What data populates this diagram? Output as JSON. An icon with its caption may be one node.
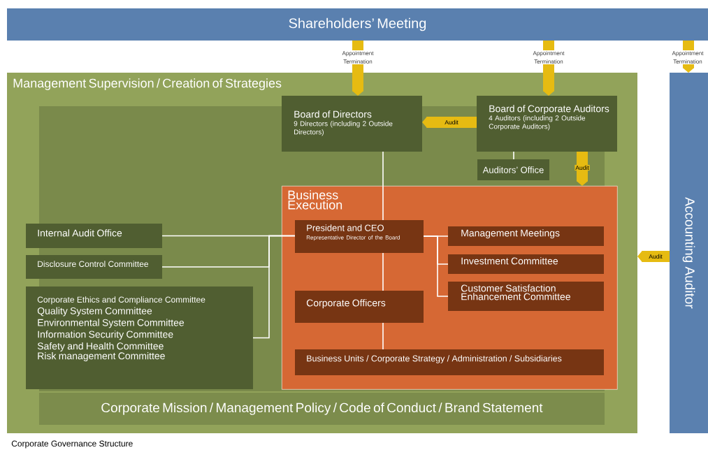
{
  "diagram": {
    "caption": "Corporate Governance Structure",
    "nodes": [
      {
        "text": [
          "Shareholders’ Meeting"
        ]
      },
      {
        "text": [
          "Management Supervision / Creation of Strategies"
        ]
      },
      {
        "text": [
          "Board of Directors",
          "9 Directors (including 2 Outside Directors)"
        ],
        "in": 1
      },
      {
        "text": [
          "Board of Corporate Auditors",
          "4 Auditors (including 2 Outside Corporate Auditors)"
        ],
        "in": 1
      },
      {
        "text": [
          "Auditors’ Office"
        ],
        "in": 1
      },
      {
        "text": [
          "Business Execution"
        ],
        "in": 1
      },
      {
        "text": [
          "President and CEO",
          "Representative Director of the Board"
        ],
        "in": 5
      },
      {
        "text": [
          "Management Meetings"
        ],
        "in": 5
      },
      {
        "text": [
          "Investment Committee"
        ],
        "in": 5
      },
      {
        "text": [
          "Customer Satisfaction Enhancement Committee"
        ],
        "in": 5
      },
      {
        "text": [
          "Corporate Officers"
        ],
        "in": 5
      },
      {
        "text": [
          "Business Units / Corporate Strategy / Administration / Subsidiaries"
        ],
        "in": 5
      },
      {
        "text": [
          "Internal Audit Office"
        ],
        "in": 1
      },
      {
        "text": [
          "Disclosure Control Committee"
        ],
        "in": 1
      },
      {
        "text": [
          "Corporate Ethics and Compliance Committee",
          "Quality System Committee",
          "Environmental System Committee",
          "Information Security Committee",
          "Safety and Health Committee",
          "Risk management Committee"
        ],
        "in": 1
      },
      {
        "text": [
          "Corporate Mission / Management Policy / Code of Conduct / Brand Statement"
        ],
        "in": 1
      },
      {
        "text": [
          "Accounting Auditor"
        ]
      }
    ],
    "edges": [
      {
        "from": 0,
        "to": 2,
        "arrow": "to",
        "label": "Appointment Termination",
        "style": "thick",
        "color": "#e6bb12"
      },
      {
        "from": 0,
        "to": 3,
        "arrow": "to",
        "label": "Appointment Termination",
        "style": "thick",
        "color": "#e6bb12"
      },
      {
        "from": 0,
        "to": 16,
        "arrow": "to",
        "label": "Appointment Termination",
        "style": "thick",
        "color": "#e6bb12"
      },
      {
        "from": 3,
        "to": 2,
        "arrow": "to",
        "label": "Audit",
        "style": "thick",
        "color": "#e6bb12"
      },
      {
        "from": 3,
        "to": 5,
        "arrow": "to",
        "label": "Audit",
        "style": "thick",
        "color": "#e6bb12"
      },
      {
        "from": 16,
        "to": 1,
        "arrow": "to",
        "label": "Audit",
        "style": "thick",
        "color": "#e6bb12"
      },
      {
        "from": 2,
        "to": 6,
        "arrow": "none"
      },
      {
        "from": 6,
        "to": 10,
        "arrow": "none"
      },
      {
        "from": 10,
        "to": 11,
        "arrow": "none"
      },
      {
        "from": 3,
        "to": 4,
        "arrow": "none"
      },
      {
        "from": 6,
        "to": 7,
        "arrow": "none"
      },
      {
        "from": 6,
        "to": 8,
        "arrow": "none"
      },
      {
        "from": 6,
        "to": 9,
        "arrow": "none"
      },
      {
        "from": 12,
        "to": 6,
        "arrow": "none"
      },
      {
        "from": 13,
        "to": 6,
        "arrow": "none"
      },
      {
        "from": 14,
        "to": 6,
        "arrow": "none"
      }
    ]
  }
}
